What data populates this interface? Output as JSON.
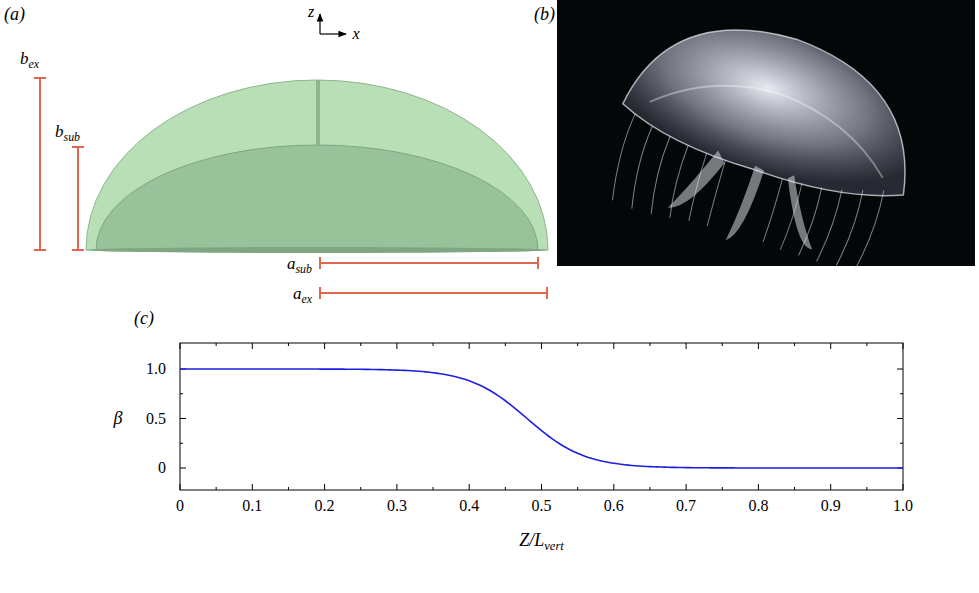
{
  "diagram": {
    "labels": [
      "(a)",
      "z",
      "x",
      "bex",
      "bsub",
      "asub",
      "aex",
      "(b)",
      "(c)",
      "1.0",
      "0.5",
      "0",
      "β",
      "0",
      "0.1",
      "0.2",
      "0.3",
      "0.4",
      "0.5",
      "0.6",
      "0.7",
      "0.8",
      "0.9",
      "1.0",
      "Z/Lvert"
    ]
  }
}
